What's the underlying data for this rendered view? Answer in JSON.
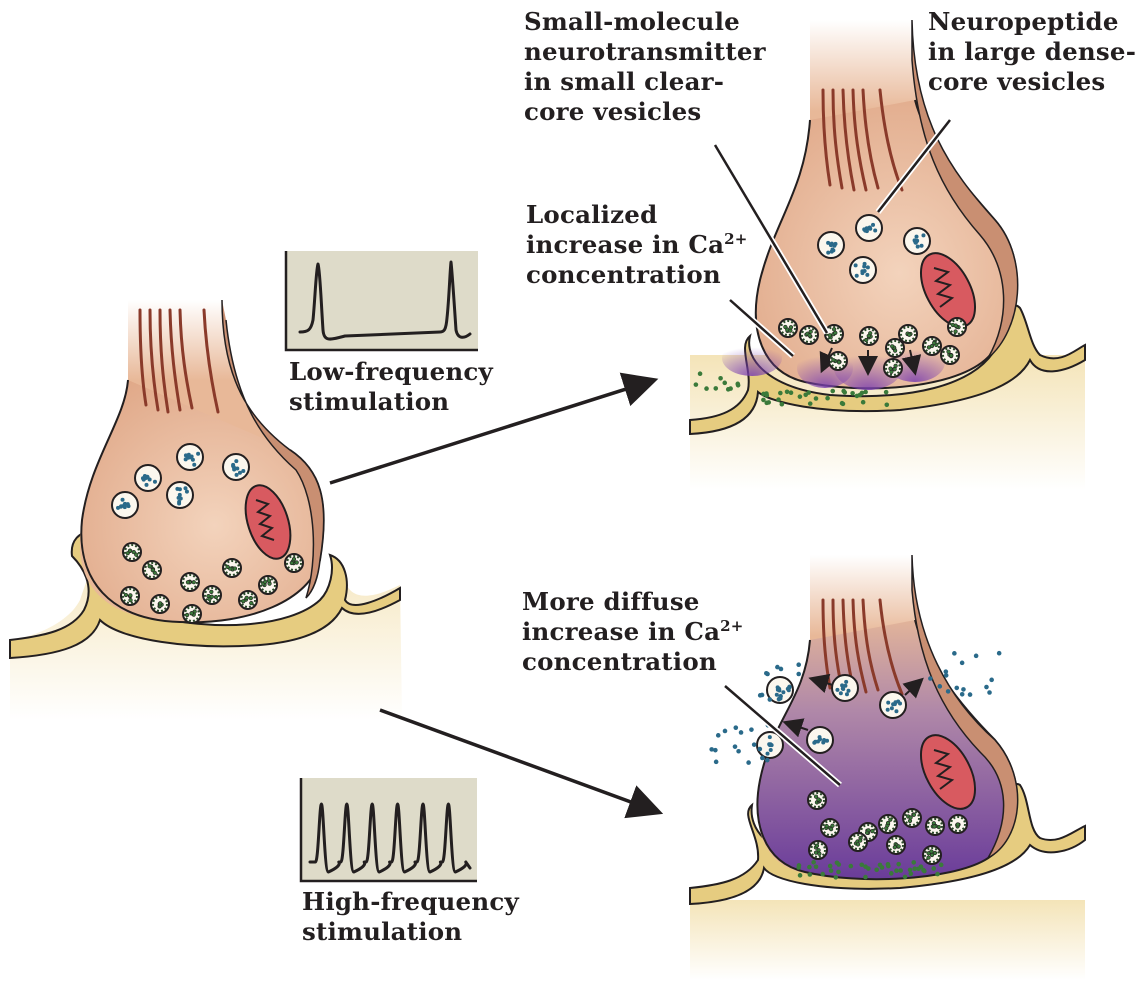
{
  "figure": {
    "topic": "Differential release of neurotransmitters and neuropeptides",
    "panels": [
      {
        "id": "resting",
        "description": "Presynaptic terminal at rest"
      },
      {
        "id": "low-frequency",
        "description": "Release of small clear-core vesicles only"
      },
      {
        "id": "high-frequency",
        "description": "Release of both small clear-core and large dense-core vesicles"
      }
    ]
  },
  "labels": {
    "small_molecule": [
      "Small-molecule",
      "neurotransmitter",
      "in small clear-",
      "core vesicles"
    ],
    "neuropeptide": [
      "Neuropeptide",
      "in large dense-",
      "core vesicles"
    ],
    "localized": {
      "lines": [
        "Localized",
        "increase in Ca",
        "concentration"
      ],
      "superscript": "2+"
    },
    "low_freq": [
      "Low-frequency",
      "stimulation"
    ],
    "diffuse": {
      "lines": [
        "More diffuse",
        "increase in Ca",
        "concentration"
      ],
      "superscript": "2+"
    },
    "high_freq": [
      "High-frequency",
      "stimulation"
    ]
  },
  "traces": {
    "low_frequency_spikes": 2,
    "high_frequency_spikes": 6
  },
  "colors": {
    "terminal": "#e8b898",
    "terminal_edge": "#b07a60",
    "postsynaptic": "#f6e8c0",
    "cleft": "#e0c878",
    "calcium_purple": "#7a4fa0",
    "mitochondrion": "#d85a60",
    "dense_core_dot": "#2a6a8a",
    "clear_core_dot": "#3a7a3a",
    "trace_bg": "#dedbc9"
  }
}
